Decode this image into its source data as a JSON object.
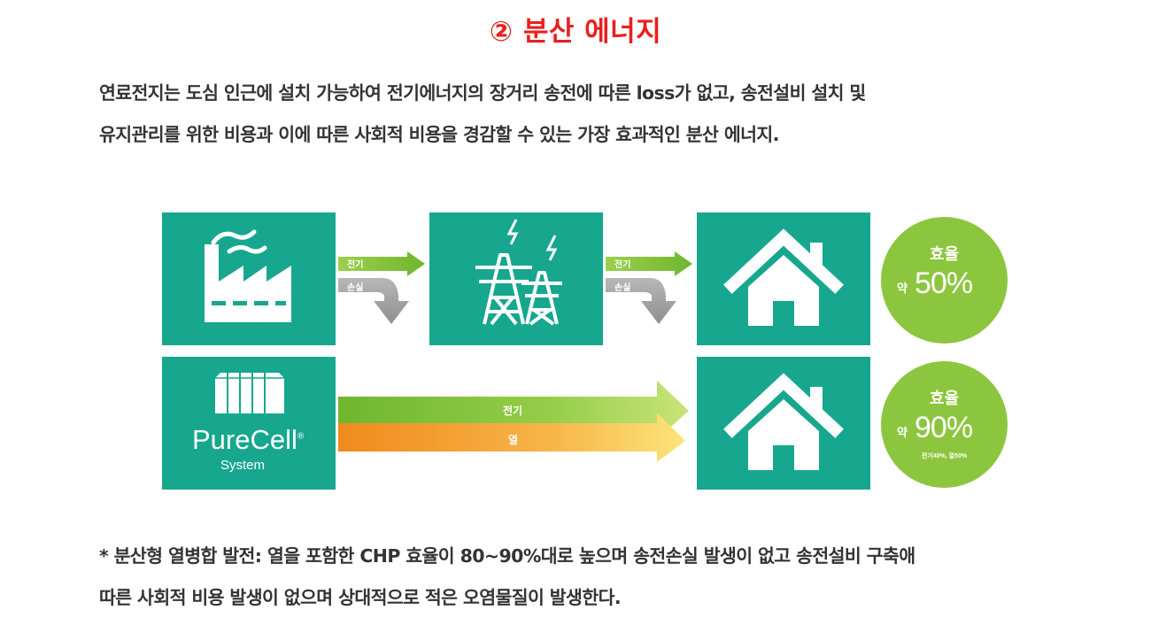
{
  "header": {
    "title": "② 분산 에너지"
  },
  "intro": {
    "line1": "연료전지는 도심 인근에 설치 가능하여 전기에너지의 장거리 송전에 따른 loss가 없고, 송전설비 설치 및",
    "line2": "유지관리를 위한 비용과 이에 따른 사회적 비용을 경감할 수 있는 가장 효과적인 분산 에너지."
  },
  "diagram": {
    "row1": {
      "arrow1": {
        "electric_label": "전기",
        "loss_label": "손실"
      },
      "arrow2": {
        "electric_label": "전기",
        "loss_label": "손실"
      },
      "circle": {
        "label": "효율",
        "approx": "약",
        "percent": "50%"
      }
    },
    "row2": {
      "brand_name": "PureCell",
      "brand_mark": "®",
      "brand_sub": "System",
      "electric_label": "전기",
      "heat_label": "열",
      "circle": {
        "label": "효율",
        "approx": "약",
        "percent": "90%",
        "breakdown": "전기40%, 열50%"
      }
    },
    "colors": {
      "tile": "#17a78e",
      "circle": "#8cc63e",
      "electric_arrow": "#8cc63e",
      "loss_arrow": "#9a9a9a",
      "heat_arrow": "#f39221"
    }
  },
  "footnote": {
    "line1": "* 분산형 열병합 발전: 열을 포함한 CHP 효율이 80~90%대로 높으며 송전손실 발생이 없고 송전설비 구축애",
    "line2": "따른 사회적 비용 발생이 없으며 상대적으로 적은 오염물질이 발생한다."
  }
}
